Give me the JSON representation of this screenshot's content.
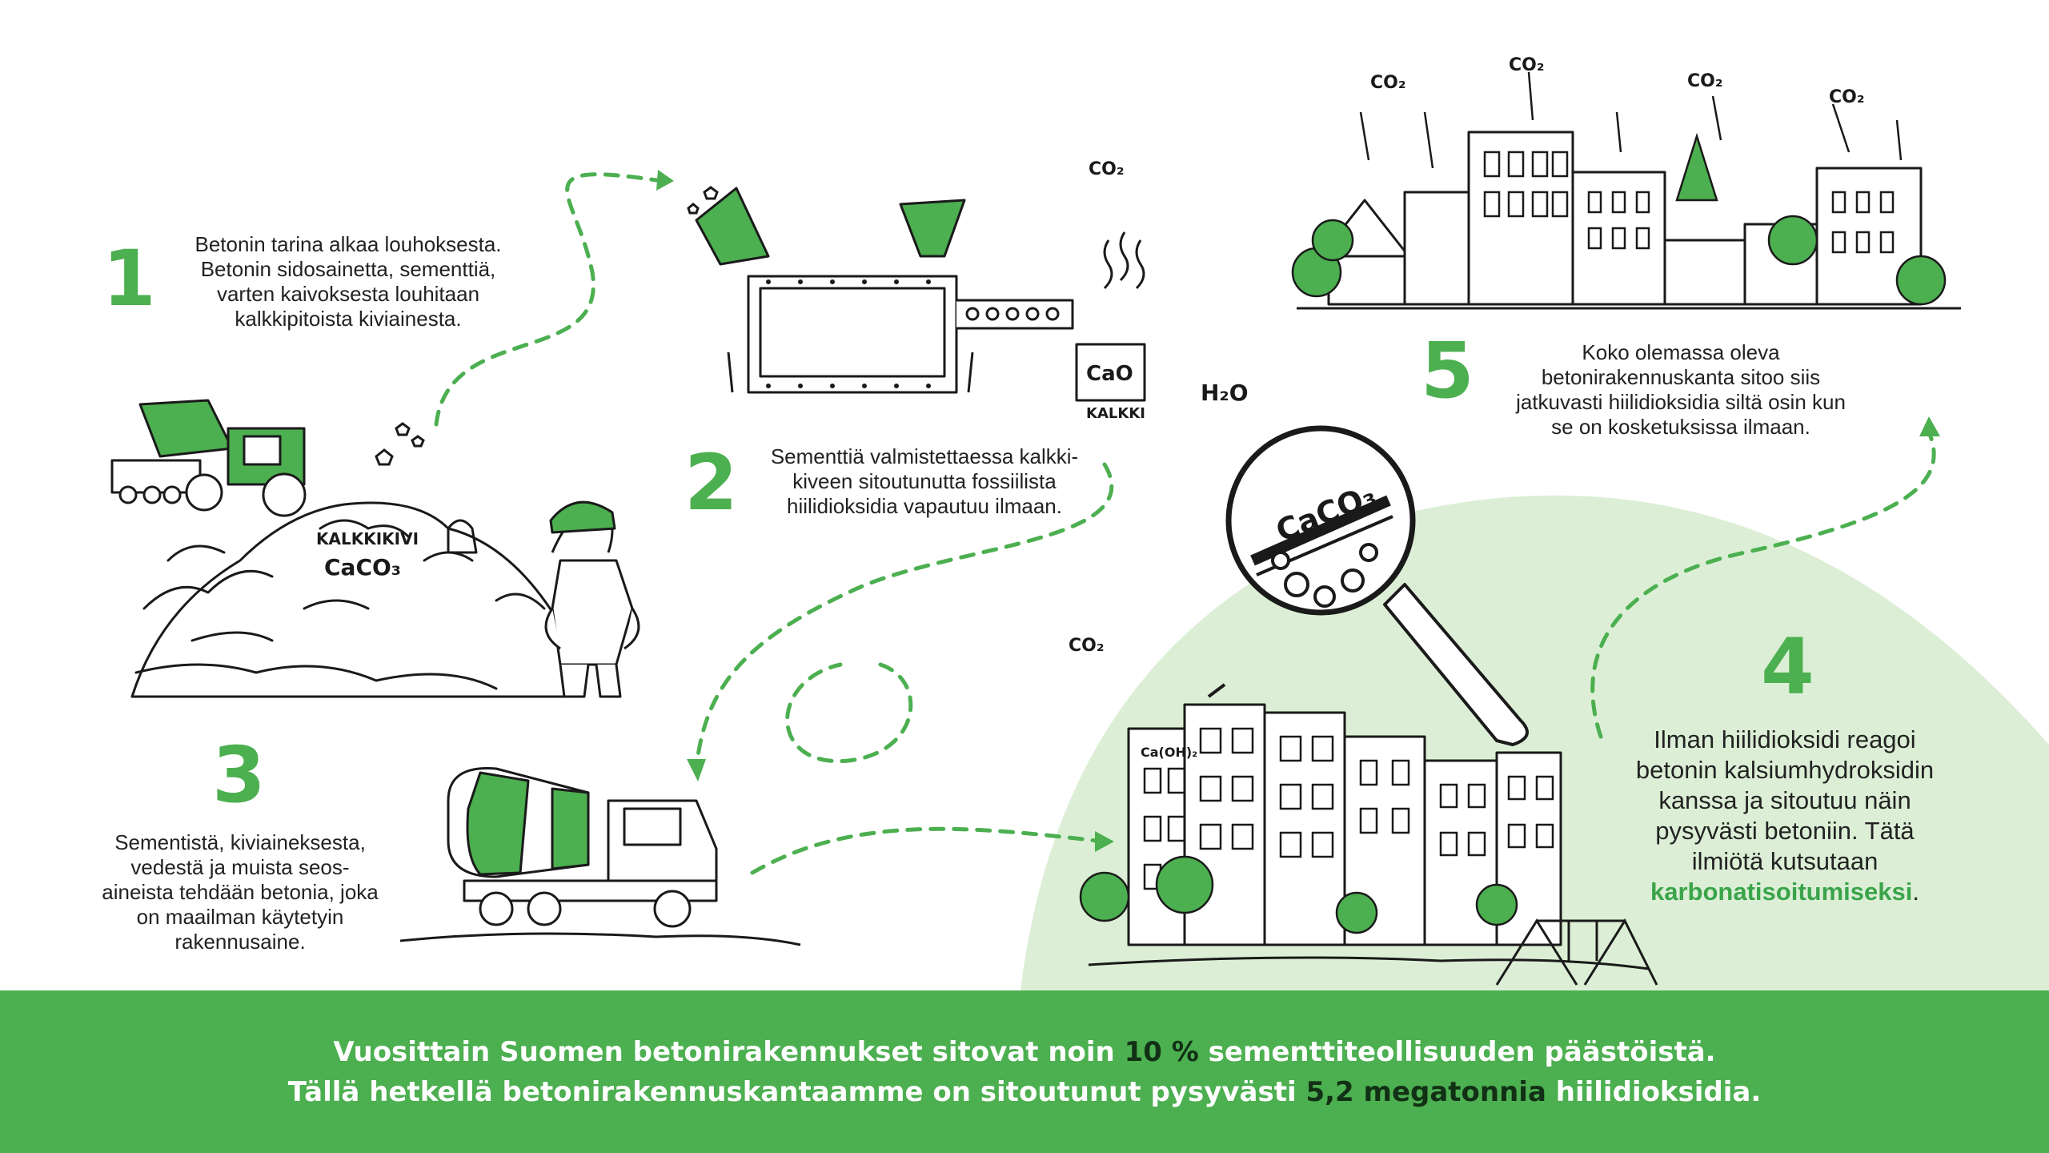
{
  "steps": [
    {
      "number": "1",
      "text": "Betonin tarina alkaa louhoksesta. Betonin sidosainetta, sementtiä, varten kaivoksesta louhitaan kalkkipitoista kiviainesta."
    },
    {
      "number": "2",
      "text": "Sementtiä valmistettaessa kalkki-kiveen sitoutunutta fossiilista hiilidioksidia vapautuu ilmaan."
    },
    {
      "number": "3",
      "text": "Sementistä, kiviaineksesta, vedestä ja muista seos-aineista tehdään betonia, joka on maailman käytetyin rakennusaine."
    },
    {
      "number": "4",
      "text_before": "Ilman hiilidioksidi reagoi betonin kalsiumhydroksidin kanssa ja sitoutuu näin pysyvästi betoniin. Tätä ilmiötä kutsutaan",
      "highlight": "karbonatisoitumiseksi",
      "text_after": "."
    },
    {
      "number": "5",
      "text": "Koko olemassa oleva betonirakennuskanta sitoo siis jatkuvasti hiilidioksidia siltä osin kun se on kosketuksissa ilmaan."
    }
  ],
  "labels": {
    "limestone": "KALKKIKIVI",
    "caco3": "CaCO₃",
    "cao": "CaO",
    "lime": "KALKKI",
    "co2": "CO₂",
    "h2o": "H₂O",
    "caoh2": "Ca(OH)₂"
  },
  "footer": {
    "line1_a": "Vuosittain Suomen betonirakennukset sitovat noin ",
    "line1_b": "10 %",
    "line1_c": " sementtiteollisuuden päästöistä.",
    "line2_a": "Tällä hetkellä betonirakennuskantaamme on sitoutunut pysyvästi ",
    "line2_b": "5,2 megatonnia",
    "line2_c": " hiilidioksidia."
  },
  "colors": {
    "accent": "#4caf50",
    "light_green": "#dcefd6",
    "footer_bg": "#4caf50",
    "footer_dark": "#123015"
  }
}
